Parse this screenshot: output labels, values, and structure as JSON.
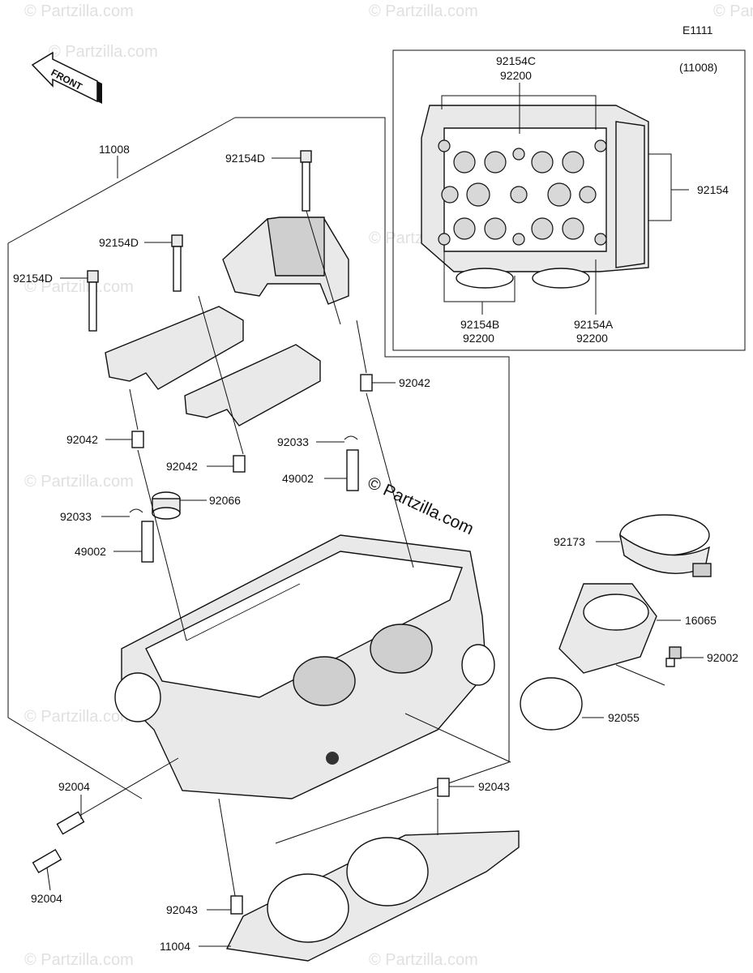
{
  "diagram": {
    "code": "E1111",
    "front_label": "FRONT",
    "watermark": "© Partzilla.com",
    "inset_label": "(11008)"
  },
  "labels": {
    "p11008": "11008",
    "p92154D_a": "92154D",
    "p92154D_b": "92154D",
    "p92154D_c": "92154D",
    "p92154C": "92154C",
    "p92200_top": "92200",
    "p92154": "92154",
    "p92154B": "92154B",
    "p92200_bl": "92200",
    "p92154A": "92154A",
    "p92200_br": "92200",
    "p92042_a": "92042",
    "p92042_b": "92042",
    "p92042_c": "92042",
    "p92033_a": "92033",
    "p92033_b": "92033",
    "p49002_a": "49002",
    "p49002_b": "49002",
    "p92066": "92066",
    "p92173": "92173",
    "p16065": "16065",
    "p92002": "92002",
    "p92055": "92055",
    "p92004_a": "92004",
    "p92004_b": "92004",
    "p92043_a": "92043",
    "p92043_b": "92043",
    "p11004": "11004"
  }
}
